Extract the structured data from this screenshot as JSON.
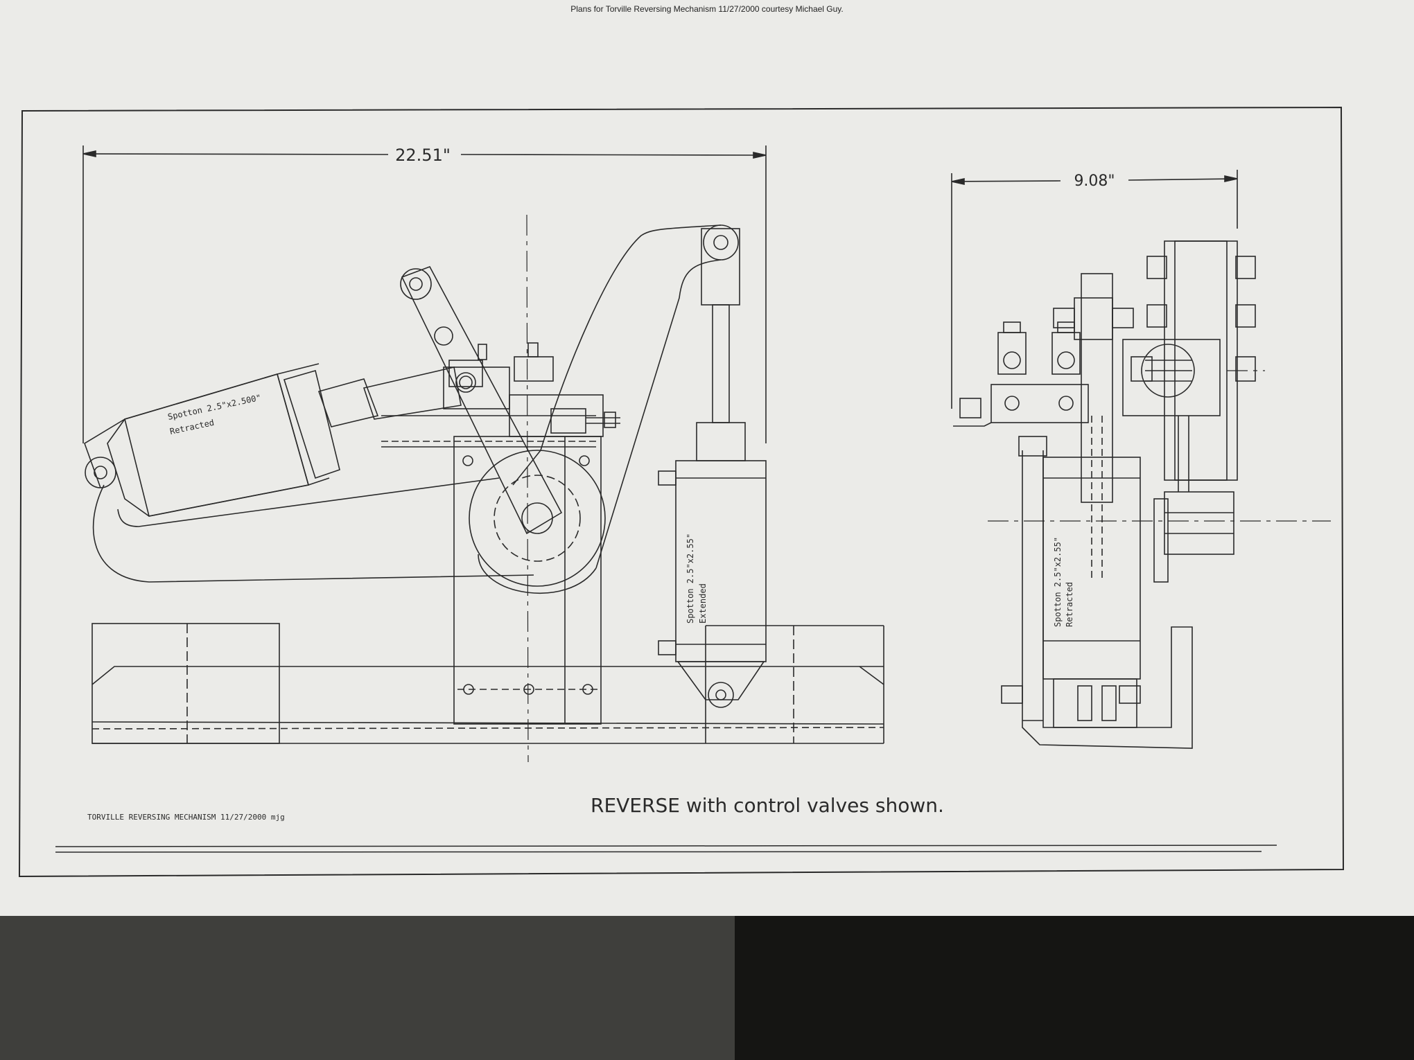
{
  "caption": "Plans for Torville Reversing Mechanism 11/27/2000 courtesy Michael Guy.",
  "drawing": {
    "dim_left": "22.51\"",
    "dim_right": "9.08\"",
    "cylinder_left_label_1": "Spotton 2.5\"x2.500\"",
    "cylinder_left_label_2": "Retracted",
    "cylinder_mid_label_1": "Spotton 2.5\"x2.55\"",
    "cylinder_mid_label_2": "Extended",
    "cylinder_right_label_1": "Spotton 2.5\"x2.55\"",
    "cylinder_right_label_2": "Retracted",
    "title_block": "TORVILLE REVERSING MECHANISM 11/27/2000 mjg",
    "note": "REVERSE with control valves shown."
  },
  "colors": {
    "ink": "#2a2a2a",
    "paper": "#ebebe8",
    "floor": "#3f3f3c"
  }
}
